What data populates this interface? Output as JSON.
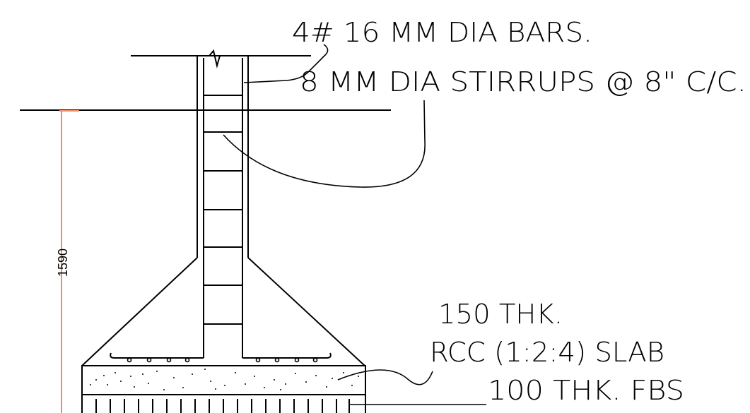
{
  "annotations": {
    "main_bars": "4# 16 MM DIA BARS.",
    "stirrups": "8 MM DIA STIRRUPS @ 8\" C/C.",
    "slab_thickness": "150 THK.",
    "slab_type": "RCC (1:2:4) SLAB",
    "fbs": "100 THK. FBS"
  },
  "dimension": {
    "depth": "1590"
  },
  "colors": {
    "dimension_line": "#f08c6e",
    "linework": "#000000"
  }
}
